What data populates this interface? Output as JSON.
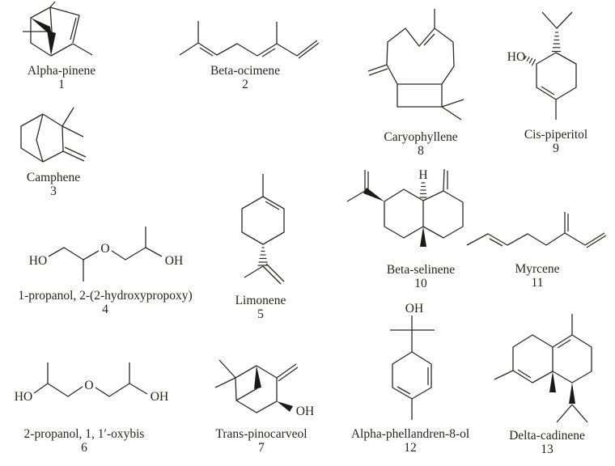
{
  "figure": {
    "background_color": "#ffffff",
    "line_color": "#2d2a28",
    "text_color": "#272421",
    "description_visible_text_only": true
  },
  "compounds": [
    {
      "name": "Alpha-pinene",
      "number": "1"
    },
    {
      "name": "Beta-ocimene",
      "number": "2"
    },
    {
      "name": "Camphene",
      "number": "3"
    },
    {
      "name": "1-propanol, 2-(2-hydroxypropoxy)",
      "number": "4"
    },
    {
      "name": "Limonene",
      "number": "5"
    },
    {
      "name": "2-propanol, 1, 1′-oxybis",
      "number": "6"
    },
    {
      "name": "Trans-pinocarveol",
      "number": "7"
    },
    {
      "name": "Caryophyllene",
      "number": "8"
    },
    {
      "name": "Cis-piperitol",
      "number": "9"
    },
    {
      "name": "Beta-selinene",
      "number": "10"
    },
    {
      "name": "Myrcene",
      "number": "11"
    },
    {
      "name": "Alpha-phellandren-8-ol",
      "number": "12"
    },
    {
      "name": "Delta-cadinene",
      "number": "13"
    }
  ],
  "atoms": {
    "c4": {
      "ho": "HO",
      "o": "O",
      "oh": "OH"
    },
    "c6": {
      "ho": "HO",
      "o": "O",
      "oh": "OH"
    },
    "c7": {
      "oh": "OH"
    },
    "c9": {
      "ho": "HO"
    },
    "c10": {
      "h": "H"
    },
    "c12": {
      "oh": "OH"
    }
  }
}
